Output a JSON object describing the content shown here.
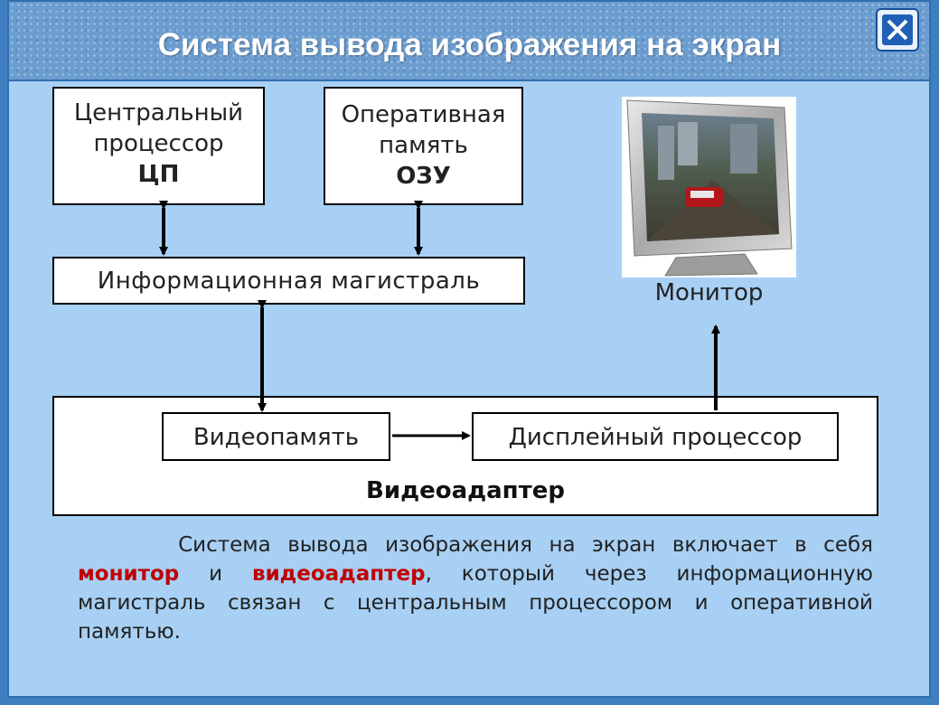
{
  "header": {
    "title": "Система вывода изображения на экран"
  },
  "controls": {
    "close_icon": "close-x-icon"
  },
  "diagram": {
    "cpu": {
      "line1": "Центральный",
      "line2": "процессор",
      "abbr": "ЦП"
    },
    "ram": {
      "line1": "Оперативная",
      "line2": "память",
      "abbr": "ОЗУ"
    },
    "bus": {
      "label": "Информационная магистраль"
    },
    "monitor": {
      "label": "Монитор"
    },
    "adapter": {
      "label": "Видеоадаптер",
      "video_memory": "Видеопамять",
      "display_processor": "Дисплейный процессор"
    }
  },
  "description": {
    "part1": "Система вывода изображения на экран включает в себя ",
    "hl1": "монитор",
    "part2": " и ",
    "hl2": "видеоадаптер",
    "part3": ", который через информационную магистраль связан с центральным процессором и оперативной памятью."
  },
  "colors": {
    "highlight": "#c00000",
    "panel": "#a8d0f4",
    "header": "#6b9dd0"
  }
}
